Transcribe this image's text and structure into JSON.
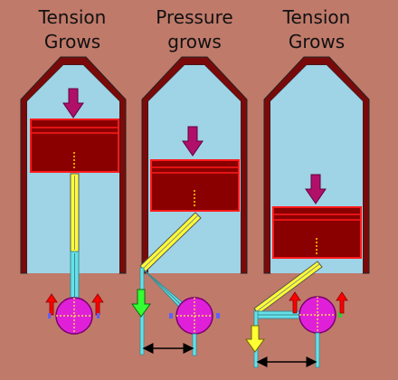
{
  "panels": [
    {
      "title_line1": "Tension",
      "title_line2": "Grows"
    },
    {
      "title_line1": "Pressure",
      "title_line2": "grows"
    },
    {
      "title_line1": "Tension",
      "title_line2": "Grows"
    }
  ],
  "colors": {
    "background": "#c07a6a",
    "cylinder_wall": "#7a0a0a",
    "cylinder_inner": "#9fd3e6",
    "piston": "#8a0000",
    "piston_border": "#ff1a1a",
    "force_arrow": "#b0106a",
    "connecting_rod": "#ffff33",
    "link_rod": "#66e0e8",
    "crank_disc": "#e020d8",
    "down_arrow_middle": "#33ff33",
    "down_arrow_right": "#ffff33",
    "up_arrow": "#ff0000"
  }
}
